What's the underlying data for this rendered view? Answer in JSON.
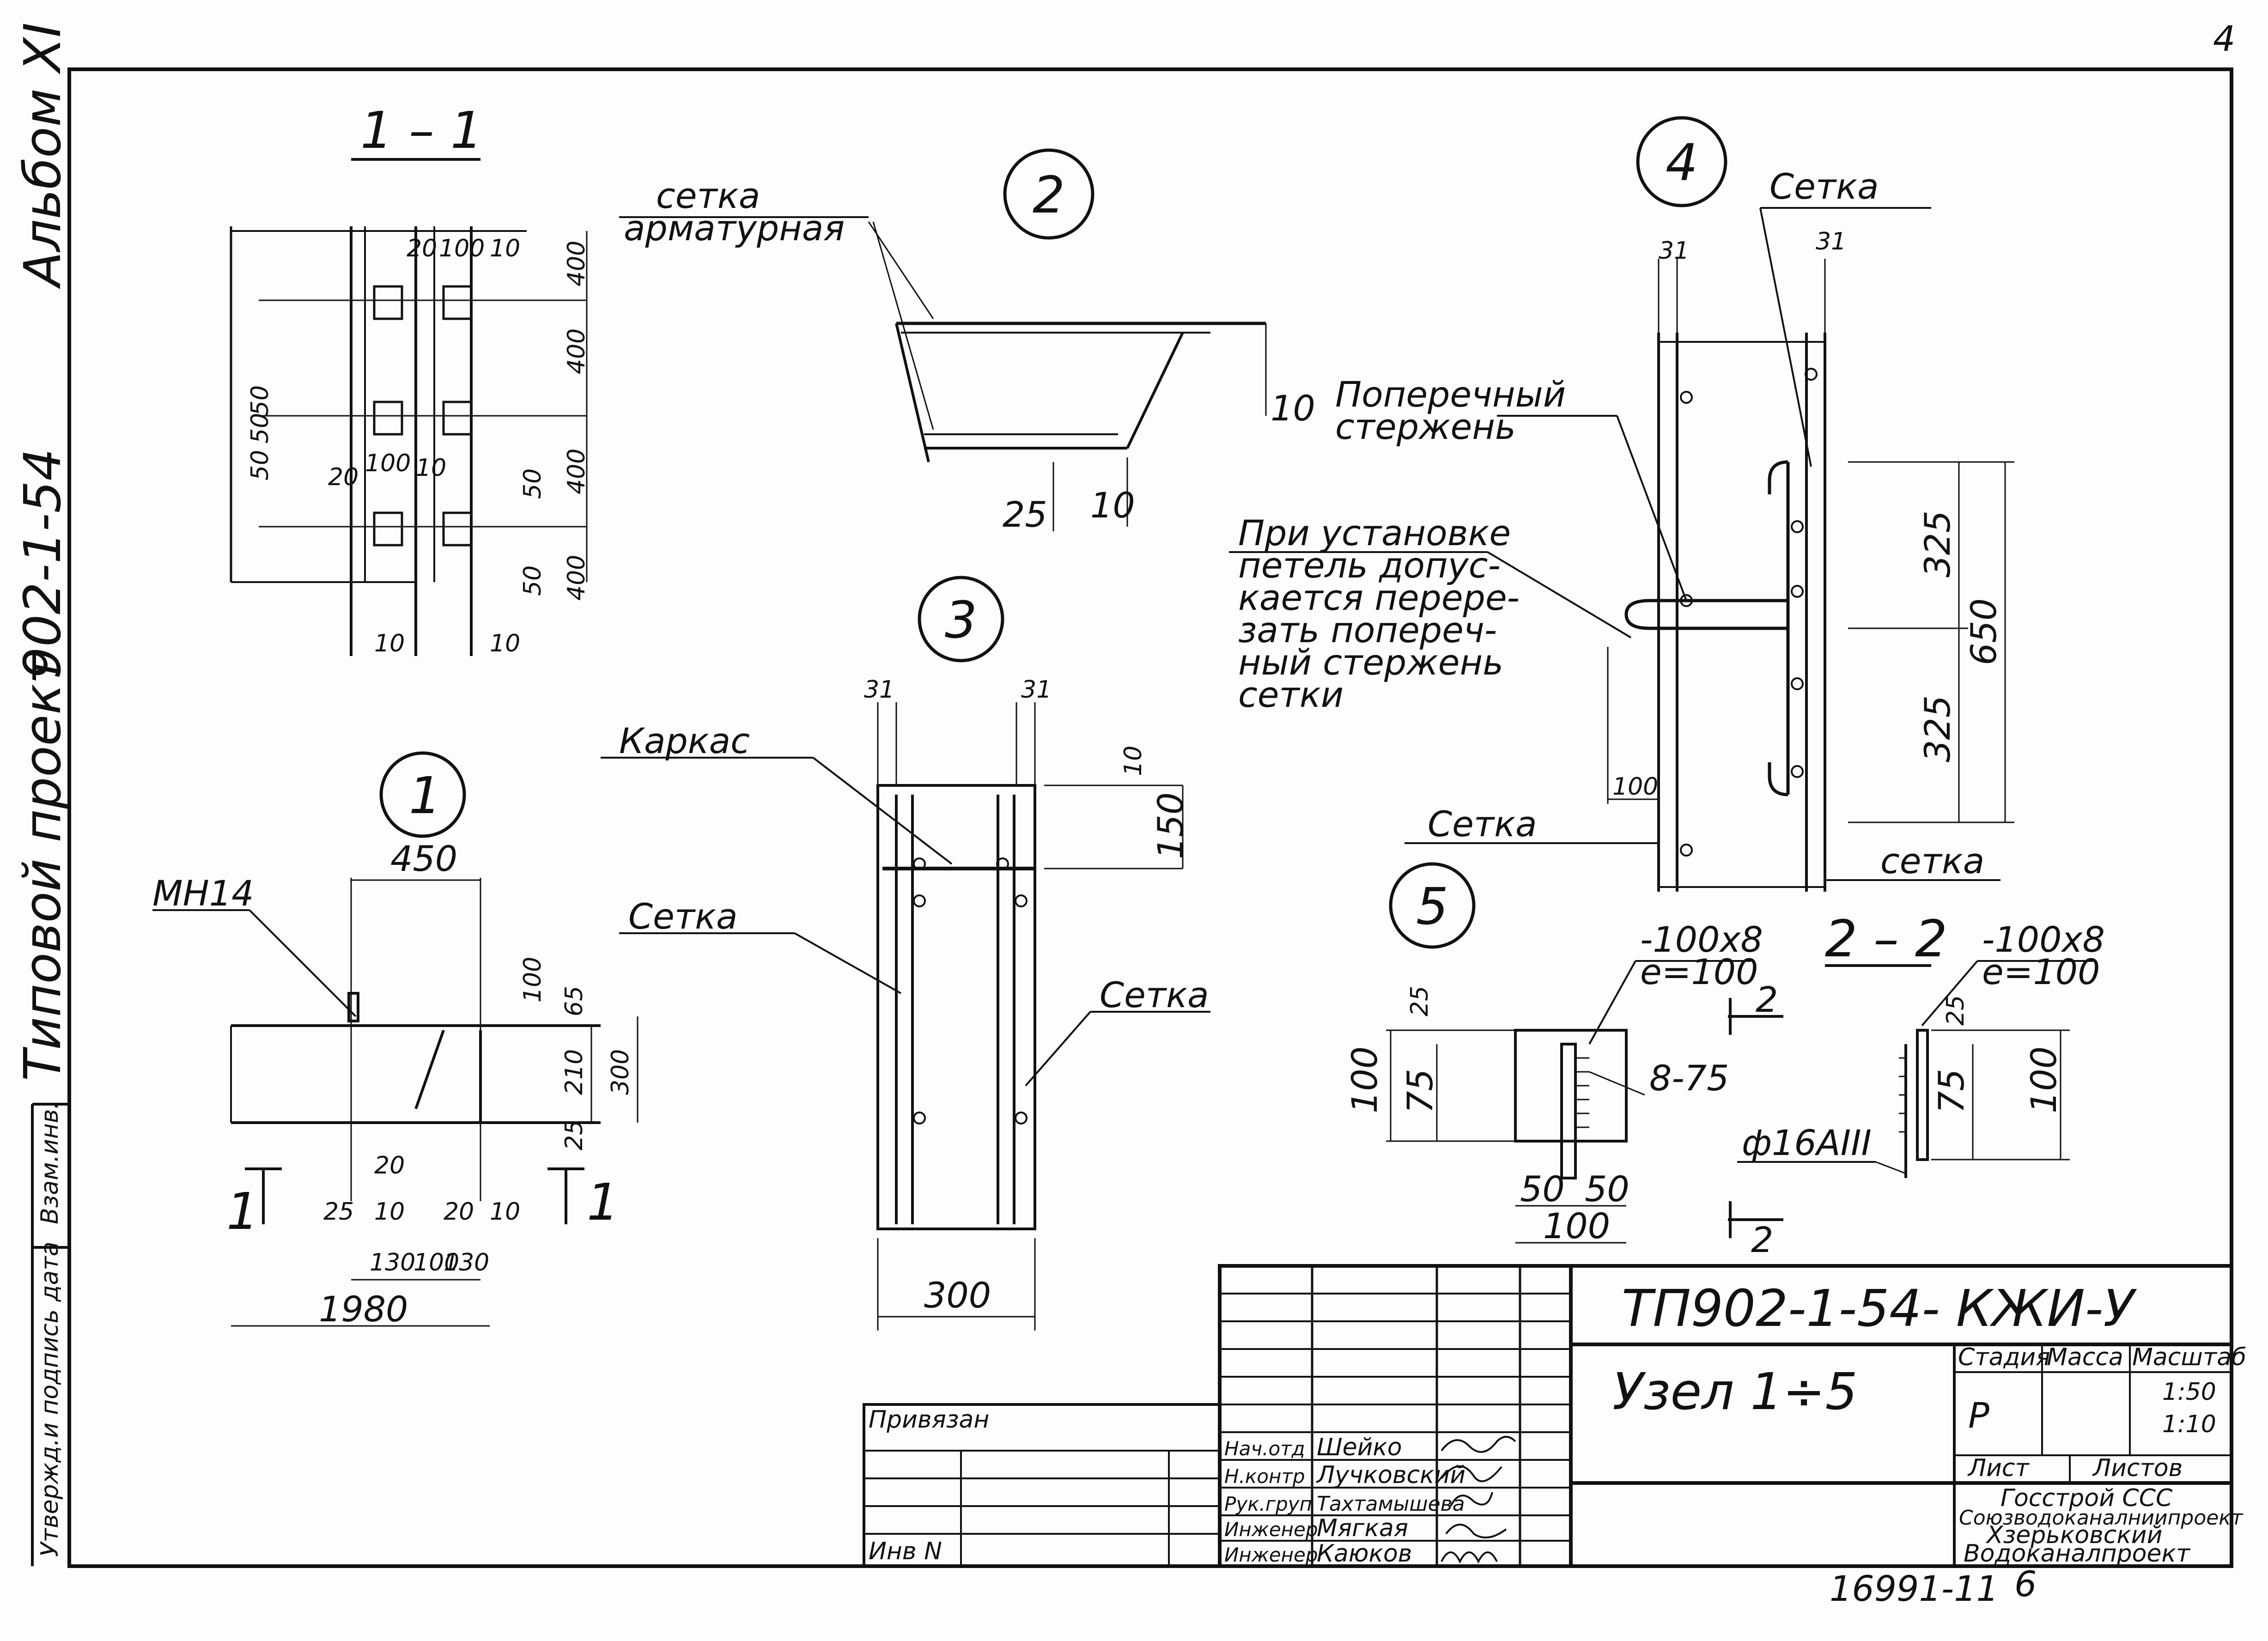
{
  "page_corner": "4",
  "side_stamp": {
    "album": "Альбом XI",
    "project_no": "902-1-54",
    "type": "Типовой проект"
  },
  "views": {
    "section_1_1": {
      "title": "1 – 1",
      "dims_top": [
        "20",
        "100",
        "10"
      ],
      "dims_right": [
        "400",
        "400",
        "400",
        "400"
      ],
      "dims_left": [
        "50",
        "50",
        "50"
      ],
      "dims_mid": [
        "20",
        "100",
        "10"
      ],
      "dims_right_small": [
        "50",
        "50"
      ],
      "dims_bottom": [
        "10",
        "10"
      ]
    },
    "node_1": {
      "number": "1",
      "label_mark": "МН14",
      "dims": [
        "450",
        "100",
        "65",
        "210",
        "300",
        "25",
        "20",
        "25",
        "10",
        "20",
        "10",
        "130",
        "100",
        "130",
        "1980"
      ],
      "section_mark_left": "1",
      "section_mark_right": "1"
    },
    "node_2": {
      "number": "2",
      "label_line1": "сетка",
      "label_line2": "арматурная",
      "dims": [
        "10",
        "25",
        "10"
      ]
    },
    "node_3": {
      "number": "3",
      "label_frame": "Каркас",
      "label_mesh_left": "Сетка",
      "label_mesh_right": "Сетка",
      "dims": [
        "31",
        "31",
        "10",
        "150",
        "300"
      ]
    },
    "node_4": {
      "number": "4",
      "label_mesh_top": "Сетка",
      "label_bar_line1": "Поперечный",
      "label_bar_line2": "стержень",
      "note": [
        "При установке",
        "петель допус-",
        "кается перере-",
        "зать попереч-",
        "ный стержень",
        "сетки"
      ],
      "label_mesh_bottom_left": "Сетка",
      "label_mesh_bottom_right": "сетка",
      "dims": [
        "31",
        "31",
        "325",
        "650",
        "325",
        "100"
      ]
    },
    "node_5": {
      "number": "5",
      "plate_line1": "-100x8",
      "plate_line2": "е=100",
      "label_bolts": "8-75",
      "dims": [
        "25",
        "100",
        "75",
        "50",
        "50",
        "100"
      ],
      "section_mark_top": "2",
      "section_mark_bottom": "2"
    },
    "section_2_2": {
      "title": "2 – 2",
      "plate_line1": "-100x8",
      "plate_line2": "е=100",
      "label_rebar": "ф16АIII",
      "dims": [
        "25",
        "75",
        "100"
      ]
    }
  },
  "title_block": {
    "code": "ТП902-1-54-   КЖИ-У",
    "sheet_title": "Узел 1÷5",
    "bound_label": "Привязан",
    "inv_label": "Инв N",
    "side_label": "Взам.инв.",
    "side_label_2": "Утвержд.и подпись дата",
    "headers": [
      "Стадия",
      "Масса",
      "Масштаб"
    ],
    "stage": "Р",
    "scales": [
      "1:50",
      "1:10"
    ],
    "sheet_label": "Лист",
    "sheets_label": "Листов",
    "org_lines": [
      "Госстрой ССС",
      "Союзводоканалниипроект",
      "Хзерьковский",
      "Водоканалпроект"
    ],
    "staff": [
      {
        "role": "Нач.отд",
        "name": "Шейко"
      },
      {
        "role": "Н.контр",
        "name": "Лучковский"
      },
      {
        "role": "Рук.груп",
        "name": "Тахтамышева"
      },
      {
        "role": "Инженер",
        "name": "Мягкая"
      },
      {
        "role": "Инженер",
        "name": "Каюков"
      }
    ]
  },
  "footer": {
    "archive_no": "16991-11",
    "page_no": "6"
  }
}
